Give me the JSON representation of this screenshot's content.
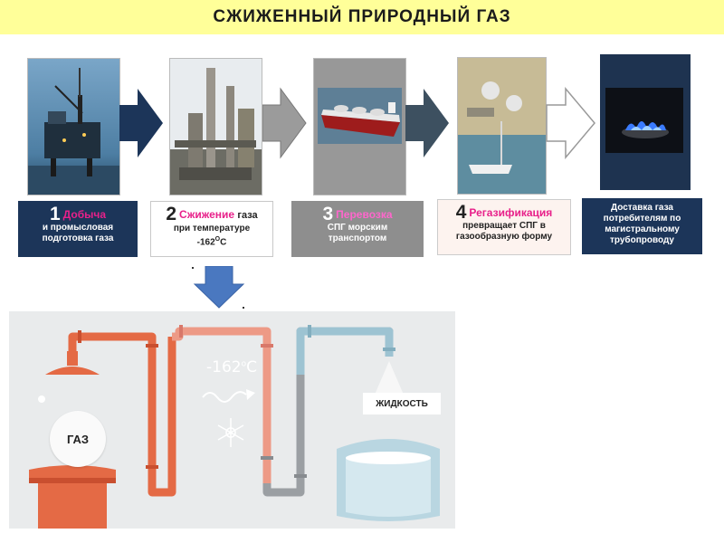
{
  "title": "СЖИЖЕННЫЙ ПРИРОДНЫЙ ГАЗ",
  "steps": [
    {
      "num": "1",
      "name": "Добыча",
      "desc1": "и промысловая",
      "desc2": "подготовка газа"
    },
    {
      "num": "2",
      "name": "Сжижение",
      "name_suffix": "газа",
      "desc1": "при температуре",
      "desc2": "-162",
      "desc2_sup": "О",
      "desc2_unit": "С"
    },
    {
      "num": "3",
      "name": "Перевозка",
      "desc1": "СПГ морским",
      "desc2": "транспортом"
    },
    {
      "num": "4",
      "name": "Регазификация",
      "desc1": "превращает СПГ в",
      "desc2": "газообразную форму"
    },
    {
      "desc1": "Доставка газа",
      "desc2": "потребителям по",
      "desc3": "магистральному",
      "desc4": "трубопроводу"
    }
  ],
  "scheme": {
    "gas_label": "ГАЗ",
    "liquid_label": "ЖИДКОСТЬ",
    "temperature": "-162",
    "temperature_sup": "о",
    "temperature_unit": "С"
  },
  "colors": {
    "title_bg": "#ffff99",
    "navy": "#1c3559",
    "gray": "#8e8e8e",
    "magenta": "#e8208a",
    "pipe_hot": "#e46a45",
    "pipe_warm": "#ed9a86",
    "pipe_gray": "#9b9fa3",
    "pipe_cold": "#9dc3d2",
    "arrow_blue": "#4a78c0"
  }
}
